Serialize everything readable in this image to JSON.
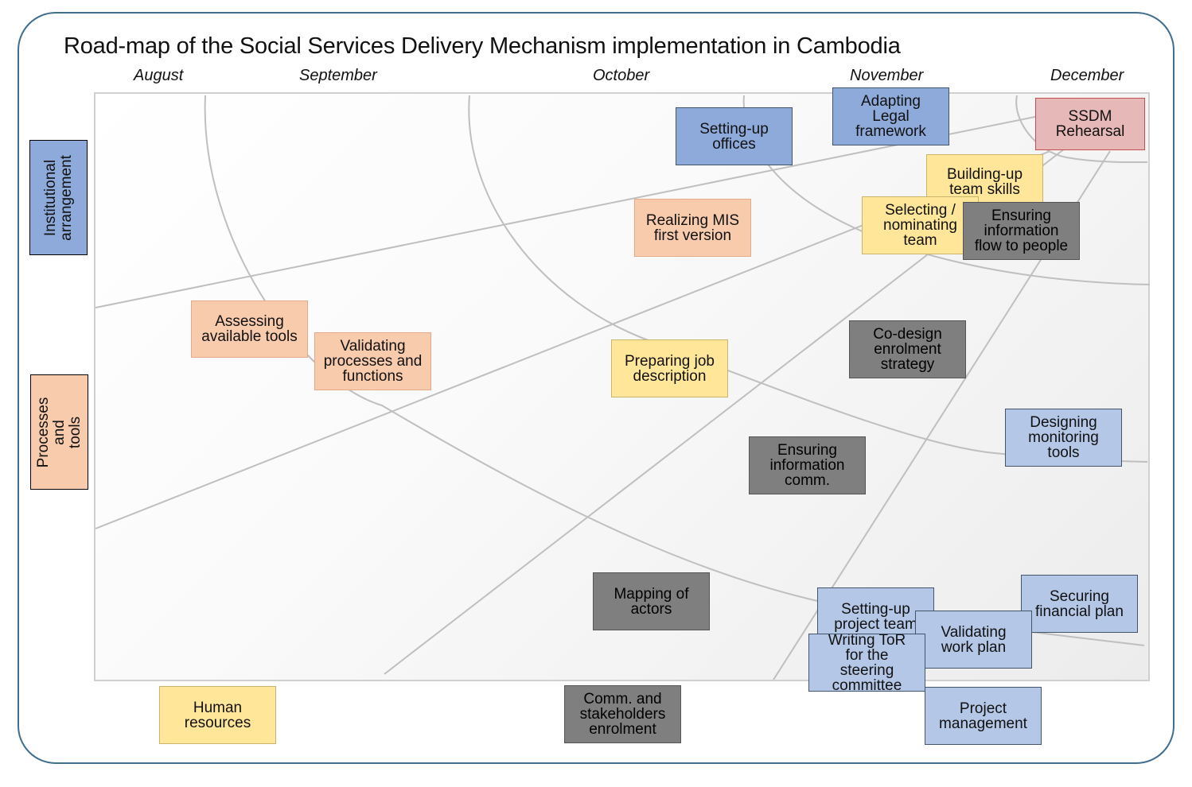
{
  "title": "Road-map of the Social Services Delivery Mechanism implementation in Cambodia",
  "months": [
    "August",
    "September",
    "October",
    "November",
    "December"
  ],
  "categories": {
    "institutional": "Institutional\narrangement",
    "processes": "Processes and\ntools",
    "human_resources": "Human\nresources",
    "comm": "Comm. and\nstakeholders\nenrolment",
    "project_management": "Project\nmanagement"
  },
  "tasks": {
    "setting_up_offices": "Setting-up\noffices",
    "adapting_legal": "Adapting\nLegal\nframework",
    "ssdm_rehearsal": "SSDM\nRehearsal",
    "building_team_skills": "Building-up\nteam skills",
    "selecting_team": "Selecting /\nnominating\nteam",
    "ensuring_info_flow": "Ensuring\ninformation\nflow to people",
    "realizing_mis": "Realizing MIS\nfirst version",
    "assessing_tools": "Assessing\navailable tools",
    "validating_processes": "Validating\nprocesses and\nfunctions",
    "preparing_job": "Preparing job\ndescription",
    "codesign_enrolment": "Co-design\nenrolment\nstrategy",
    "designing_monitoring": "Designing\nmonitoring\ntools",
    "ensuring_info_comm": "Ensuring\ninformation\ncomm.",
    "mapping_actors": "Mapping of\nactors",
    "setting_up_project_team": "Setting-up\nproject team",
    "securing_financial": "Securing\nfinancial plan",
    "validating_work_plan": "Validating\nwork plan",
    "writing_tor": "Writing ToR\nfor the\nsteering\ncommittee"
  },
  "colors": {
    "frame": "#3f6e8f",
    "institutional": "#8eaadb",
    "project_management": "#b4c7e7",
    "processes": "#f8cbad",
    "human_resources": "#ffe699",
    "comm": "#7f7f7f",
    "milestone": "#e6b8b7",
    "curve": "#bfbfbf"
  }
}
